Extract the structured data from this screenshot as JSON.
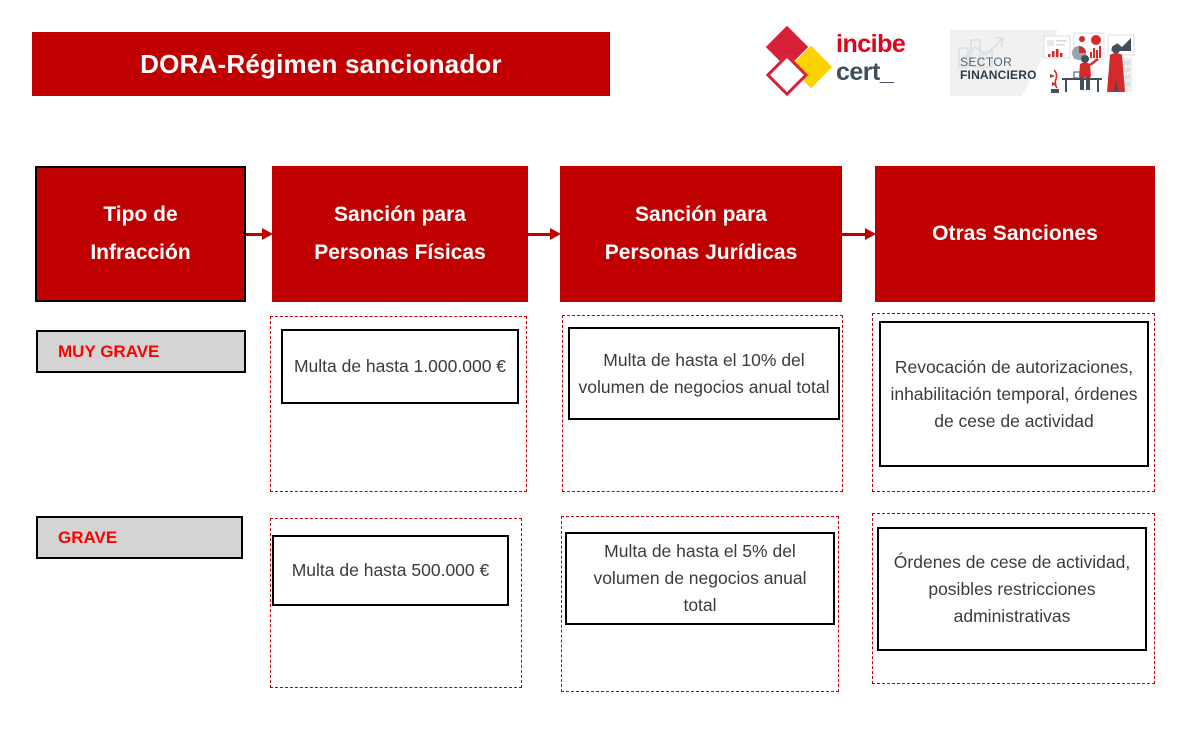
{
  "slide": {
    "title": "DORA-Régimen sancionador"
  },
  "logos": {
    "incibe": {
      "word_top": "incibe",
      "word_bottom": "cert_",
      "red": "#e2001a",
      "yellow": "#fcd200",
      "slate": "#3d4f5d",
      "diamond_red_name": "red-diamond",
      "diamond_yellow_name": "yellow-diamond",
      "diamond_outline_name": "outline-diamond"
    },
    "sector": {
      "line1": "SECTOR",
      "line2": "FINANCIERO"
    }
  },
  "colors": {
    "brand_red": "#c00000",
    "header_text": "#ffffff",
    "severity_text": "#ff0000",
    "severity_bg": "#d4d4d4",
    "dashed_border": "#c00000",
    "body_text": "#3b3b3b"
  },
  "process": {
    "headers": [
      {
        "label": "Tipo de Infracción",
        "line1": "Tipo de",
        "line2": "Infracción"
      },
      {
        "label": "Sanción para Personas Físicas",
        "line1": "Sanción para",
        "line2": "Personas Físicas"
      },
      {
        "label": "Sanción para Personas Jurídicas",
        "line1": "Sanción para",
        "line2": "Personas Jurídicas"
      },
      {
        "label": "Otras Sanciones",
        "line1": "Otras Sanciones",
        "line2": ""
      }
    ],
    "arrows": [
      "arrow-right",
      "arrow-right",
      "arrow-right"
    ]
  },
  "rows": [
    {
      "severity": "MUY GRAVE",
      "personas_fisicas": "Multa de hasta 1.000.000 €",
      "personas_juridicas": "Multa de hasta el 10% del volumen de negocios anual total",
      "otras_sanciones": "Revocación de autorizaciones, inhabilitación temporal, órdenes de cese de actividad"
    },
    {
      "severity": "GRAVE",
      "personas_fisicas": "Multa de hasta 500.000 €",
      "personas_juridicas": "Multa de hasta el 5% del volumen de negocios anual total",
      "otras_sanciones": "Órdenes de cese de actividad, posibles restricciones administrativas"
    }
  ]
}
